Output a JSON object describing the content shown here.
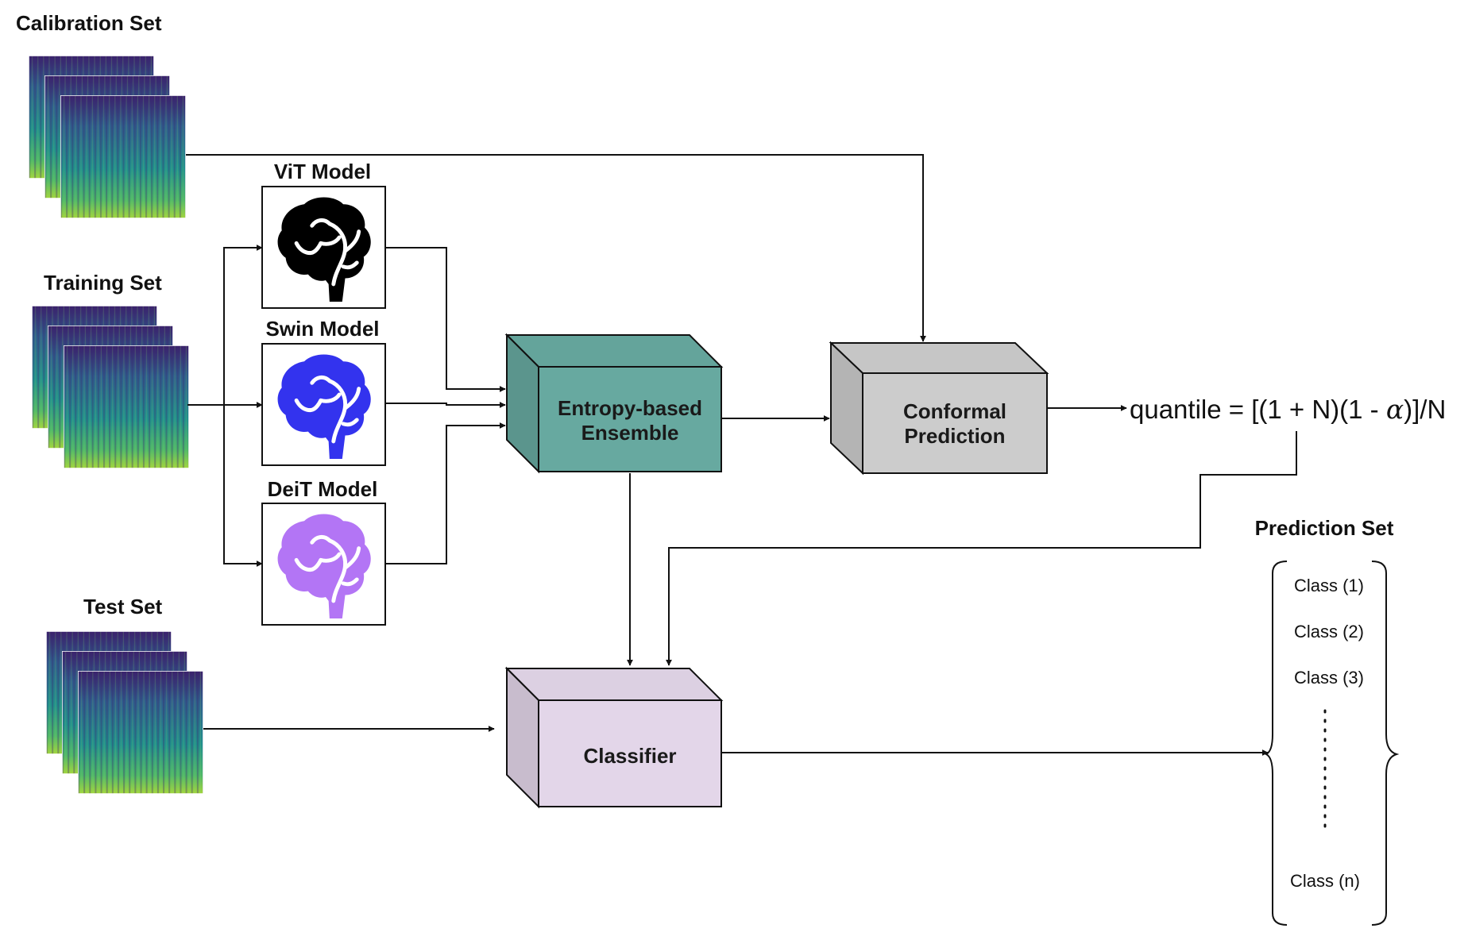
{
  "sets": {
    "calibration": "Calibration Set",
    "training": "Training Set",
    "test": "Test Set"
  },
  "models": {
    "vit": {
      "label": "ViT Model",
      "brain_color": "#000000"
    },
    "swin": {
      "label": "Swin Model",
      "brain_color": "#3333ee"
    },
    "deit": {
      "label": "DeiT Model",
      "brain_color": "#b375f5"
    }
  },
  "boxes": {
    "ensemble": {
      "line1": "Entropy-based",
      "line2": "Ensemble",
      "color": "#67a9a0"
    },
    "conformal": {
      "line1": "Conformal",
      "line2": "Prediction",
      "color": "#cccccc"
    },
    "classifier": {
      "line1": "Classifier",
      "color": "#e3d6e9"
    }
  },
  "formula": {
    "prefix": "quantile = [(1 + N)(1 - ",
    "alpha": "α",
    "suffix": ")]/N"
  },
  "prediction_set": {
    "title": "Prediction Set",
    "classes": [
      "Class (1)",
      "Class (2)",
      "Class (3)"
    ],
    "ellipsis": "⋮",
    "last_class": "Class (n)"
  }
}
